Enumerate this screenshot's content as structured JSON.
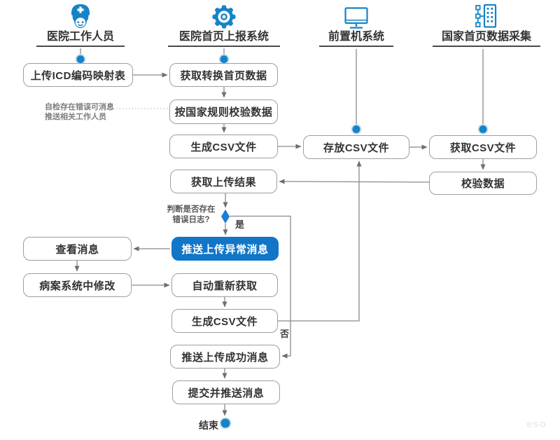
{
  "lanes": [
    {
      "label": "医院工作人员",
      "icon": "nurse-icon"
    },
    {
      "label": "医院首页上报系统",
      "icon": "gear-icon"
    },
    {
      "label": "前置机系统",
      "icon": "monitor-icon"
    },
    {
      "label": "国家首页数据采集",
      "icon": "data-collection-icon"
    }
  ],
  "nodes": {
    "upload_icd": {
      "label": "上传ICD编码映射表"
    },
    "fetch_convert": {
      "label": "获取转换首页数据"
    },
    "validate_rules": {
      "label": "按国家规则校验数据"
    },
    "generate_csv_1": {
      "label": "生成CSV文件"
    },
    "store_csv": {
      "label": "存放CSV文件"
    },
    "fetch_csv": {
      "label": "获取CSV文件"
    },
    "validate_data": {
      "label": "校验数据"
    },
    "get_upload_result": {
      "label": "获取上传结果"
    },
    "push_error_message": {
      "label": "推送上传异常消息",
      "highlight": true
    },
    "view_message": {
      "label": "查看消息"
    },
    "fix_in_mrs": {
      "label": "病案系统中修改"
    },
    "auto_refetch": {
      "label": "自动重新获取"
    },
    "generate_csv_2": {
      "label": "生成CSV文件"
    },
    "push_success_message": {
      "label": "推送上传成功消息"
    },
    "submit_and_push": {
      "label": "提交并推送消息"
    }
  },
  "decision": {
    "line1": "判断是否存在",
    "line2": "错误日志?",
    "yes_label": "是",
    "no_label": "否"
  },
  "note": {
    "line1": "自检存在错误可消息",
    "line2": "推送相关工作人员"
  },
  "terminator": {
    "end_label": "结束"
  },
  "watermark": "eso",
  "edges": [
    {
      "from": "lane-staff-start",
      "to": "upload_icd"
    },
    {
      "from": "lane-hospital-system-start",
      "to": "fetch_convert"
    },
    {
      "from": "lane-front-machine-start",
      "to": "store_csv"
    },
    {
      "from": "lane-national-start",
      "to": "fetch_csv"
    },
    {
      "from": "upload_icd",
      "to": "fetch_convert"
    },
    {
      "from": "fetch_convert",
      "to": "validate_rules"
    },
    {
      "from": "validate_rules",
      "to": "note",
      "style": "dotted"
    },
    {
      "from": "validate_rules",
      "to": "generate_csv_1"
    },
    {
      "from": "generate_csv_1",
      "to": "store_csv"
    },
    {
      "from": "store_csv",
      "to": "fetch_csv"
    },
    {
      "from": "fetch_csv",
      "to": "validate_data"
    },
    {
      "from": "validate_data",
      "to": "get_upload_result"
    },
    {
      "from": "get_upload_result",
      "to": "decision"
    },
    {
      "from": "decision",
      "to": "push_error_message",
      "label": "是"
    },
    {
      "from": "decision",
      "to": "push_success_message",
      "label": "否"
    },
    {
      "from": "push_error_message",
      "to": "view_message"
    },
    {
      "from": "view_message",
      "to": "fix_in_mrs"
    },
    {
      "from": "fix_in_mrs",
      "to": "auto_refetch"
    },
    {
      "from": "auto_refetch",
      "to": "generate_csv_2"
    },
    {
      "from": "generate_csv_2",
      "to": "store_csv"
    },
    {
      "from": "push_success_message",
      "to": "submit_and_push"
    },
    {
      "from": "submit_and_push",
      "to": "end"
    }
  ],
  "colors": {
    "accent": "#1583c7",
    "highlight_fill": "#1176c8",
    "diamond_fill": "#1a7fd4",
    "box_border": "#9e9e9e",
    "connector": "#8a8a8a",
    "text": "#333333",
    "note_text": "#7d7d7d"
  }
}
